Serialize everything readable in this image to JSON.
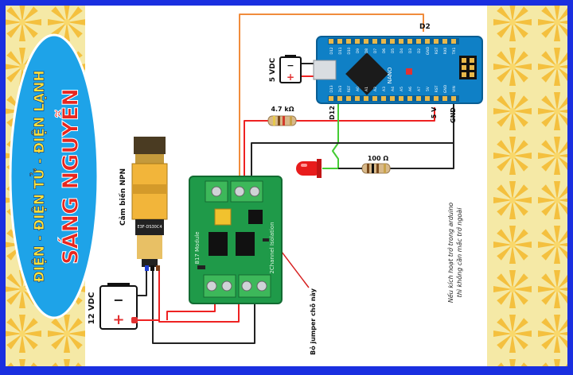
{
  "brand": {
    "line1": "ĐIỆN - ĐIỆN TỬ - ĐIỆN LẠNH",
    "line2": "SÁNG NGUYỄN"
  },
  "sensor": {
    "caption": "Cảm biến NPN",
    "model": "E3F-DS30C4"
  },
  "battery_12v": {
    "label": "12 VDC",
    "minus": "−",
    "plus": "+"
  },
  "battery_5v": {
    "label": "5 VDC",
    "minus": "−",
    "plus": "+"
  },
  "arduino": {
    "name": "NANO",
    "pin_d2": "D2",
    "pin_d12": "D12",
    "pin_5v": "5 V",
    "pin_gnd": "GND",
    "top_pins": [
      "D12",
      "D11",
      "D10",
      "D9",
      "D8",
      "D7",
      "D6",
      "D5",
      "D4",
      "D3",
      "D2",
      "GND",
      "RST",
      "RX0",
      "TX1"
    ],
    "bottom_pins": [
      "D13",
      "3V3",
      "REF",
      "A0",
      "A1",
      "A2",
      "A3",
      "A4",
      "A5",
      "A6",
      "A7",
      "5V",
      "RST",
      "GND",
      "VIN"
    ]
  },
  "resistor_1": {
    "label": "4.7 kΩ"
  },
  "resistor_2": {
    "label": "100 Ω"
  },
  "module": {
    "title": "2Channel Isolation",
    "code": "817 Module"
  },
  "jumper_note": "Bỏ jumper chỗ này",
  "side_note": {
    "line1": "Nếu kích hoạt trở trong arduino",
    "line2": "thì không cần mắc trở ngoài"
  },
  "colors": {
    "frame": "#1a2fe0",
    "pattern_bg": "#f5e9a6",
    "pattern_ray": "#f6c445",
    "oval": "#1ea3e8",
    "brand_line1": "#ffe23a",
    "brand_line2": "#e8271f",
    "wire_orange": "#f08c3c",
    "wire_red": "#ee2222",
    "wire_black": "#222222",
    "wire_green": "#44cc33",
    "pcb_green": "#1f9a49",
    "arduino_blue": "#0f80c6"
  }
}
